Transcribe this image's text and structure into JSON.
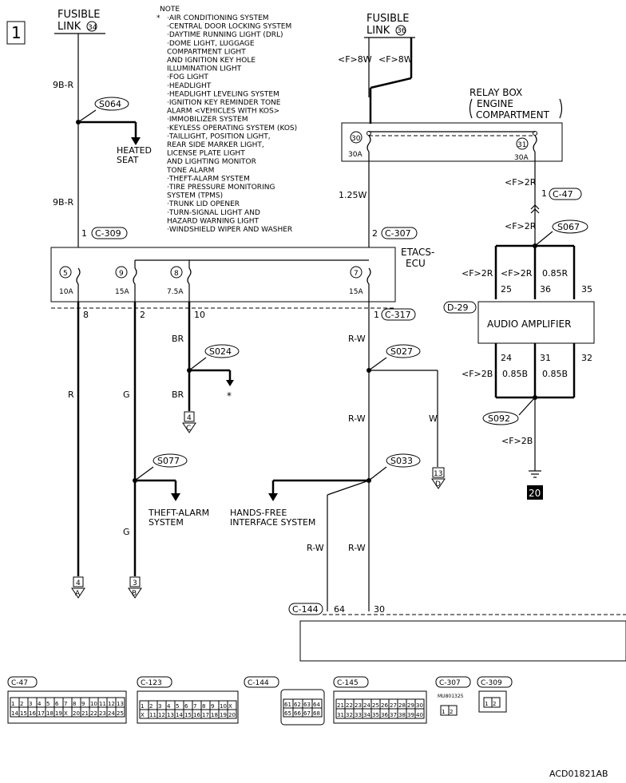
{
  "page": {
    "number": "1",
    "drawing_id": "ACD01821AB"
  },
  "fusible_left": {
    "line1": "FUSIBLE",
    "line2": "LINK",
    "num": "34"
  },
  "fusible_right": {
    "line1": "FUSIBLE",
    "line2": "LINK",
    "num": "36"
  },
  "note": {
    "title": "NOTE",
    "star": "*",
    "lines": [
      "·AIR CONDITIONING SYSTEM",
      "·CENTRAL DOOR LOCKING SYSTEM",
      "·DAYTIME RUNNING LIGHT (DRL)",
      "·DOME LIGHT, LUGGAGE",
      "COMPARTMENT LIGHT",
      "AND IGNITION KEY HOLE",
      "ILLUMINATION LIGHT",
      "·FOG LIGHT",
      "·HEADLIGHT",
      "·HEADLIGHT LEVELING SYSTEM",
      "·IGNITION KEY REMINDER TONE",
      "ALARM <VEHICLES WITH KOS>",
      "·IMMOBILIZER SYSTEM",
      "·KEYLESS OPERATING SYSTEM (KOS)",
      "·TAILLIGHT, POSITION LIGHT,",
      "REAR SIDE MARKER LIGHT,",
      "LICENSE PLATE LIGHT",
      "AND LIGHTING MONITOR",
      "TONE ALARM",
      "·THEFT-ALARM SYSTEM",
      "·TIRE PRESSURE MONITORING",
      "SYSTEM (TPMS)",
      "·TRUNK LID OPENER",
      "·TURN-SIGNAL LIGHT AND",
      "HAZARD WARNING LIGHT",
      "·WINDSHIELD WIPER AND WASHER"
    ]
  },
  "relay_box": {
    "line1": "RELAY BOX",
    "line2": "ENGINE",
    "line3": "COMPARTMENT",
    "fuse30": "30",
    "fuse30_amp": "30A",
    "fuse31": "31",
    "fuse31_amp": "30A"
  },
  "etacs": {
    "label1": "ETACS-",
    "label2": "ECU",
    "fuses": [
      {
        "num": "5",
        "amp": "10A"
      },
      {
        "num": "9",
        "amp": "15A"
      },
      {
        "num": "8",
        "amp": "7.5A"
      },
      {
        "num": "7",
        "amp": "15A"
      }
    ],
    "pins_out": [
      "8",
      "2",
      "10",
      "1"
    ]
  },
  "connectors": {
    "c309_pin": "1",
    "c309": "C-309",
    "c307_pin": "2",
    "c307": "C-307",
    "c317": "C-317",
    "c47_pin": "1",
    "c47": "C-47",
    "d29": "D-29",
    "c144": "C-144",
    "c144_pin": "64",
    "c144_pin2": "30"
  },
  "wires": {
    "w_9br_top": "9B-R",
    "w_9br_mid": "9B-R",
    "w_f8w_a": "<F>8W",
    "w_f8w_b": "<F>8W",
    "w_125w": "1.25W",
    "w_f2r_a": "<F>2R",
    "w_f2r_b": "<F>2R",
    "w_f2r_25": "<F>2R",
    "w_f2r_36": "<F>2R",
    "w_085r": "0.85R",
    "w_r": "R",
    "w_g": "G",
    "w_g2": "G",
    "w_br1": "BR",
    "w_br2": "BR",
    "w_rw1": "R-W",
    "w_rw2": "R-W",
    "w_rw3": "R-W",
    "w_rw4": "R-W",
    "w_w": "W",
    "w_f2b": "<F>2B",
    "w_085b1": "0.85B",
    "w_085b2": "0.85B",
    "w_f2b2": "<F>2B"
  },
  "splices": {
    "s064": "S064",
    "s024": "S024",
    "s027": "S027",
    "s077": "S077",
    "s033": "S033",
    "s067": "S067",
    "s092": "S092"
  },
  "amp": {
    "label": "AUDIO AMPLIFIER",
    "pins_in": [
      "25",
      "36",
      "35"
    ],
    "pins_out": [
      "24",
      "31",
      "32"
    ]
  },
  "destinations": {
    "heated_seat1": "HEATED",
    "heated_seat2": "SEAT",
    "star": "*",
    "theft1": "THEFT-ALARM",
    "theft2": "SYSTEM",
    "hands1": "HANDS-FREE",
    "hands2": "INTERFACE SYSTEM",
    "ground": "20"
  },
  "refs": {
    "r4c_num": "4",
    "r4c_let": "C",
    "r13d_num": "13",
    "r13d_let": "D",
    "r4a_num": "4",
    "r4a_let": "A",
    "r3b_num": "3",
    "r3b_let": "B"
  },
  "legend": {
    "c47": {
      "label": "C-47",
      "row1": [
        "1",
        "2",
        "3",
        "4",
        "5",
        "6",
        "7",
        "8",
        "9",
        "10",
        "11",
        "12",
        "13"
      ],
      "row2": [
        "14",
        "15",
        "16",
        "17",
        "18",
        "19",
        "X",
        "20",
        "21",
        "22",
        "23",
        "24",
        "25"
      ]
    },
    "c123": {
      "label": "C-123",
      "row1": [
        "1",
        "2",
        "3",
        "4",
        "5",
        "6",
        "7",
        "8",
        "9",
        "10",
        "X"
      ],
      "row2": [
        "X",
        "11",
        "12",
        "13",
        "14",
        "15",
        "16",
        "17",
        "18",
        "19",
        "20"
      ]
    },
    "c144": {
      "label": "C-144",
      "row1": [
        "61",
        "62",
        "63",
        "64"
      ],
      "row2": [
        "65",
        "66",
        "67",
        "68"
      ]
    },
    "c145": {
      "label": "C-145",
      "row1": [
        "21",
        "22",
        "23",
        "24",
        "25",
        "26",
        "27",
        "28",
        "29",
        "30"
      ],
      "row2": [
        "31",
        "32",
        "33",
        "34",
        "35",
        "36",
        "37",
        "38",
        "39",
        "40"
      ]
    },
    "c307": {
      "label": "C-307",
      "part": "MU801325",
      "pins": [
        "1",
        "2"
      ]
    },
    "c309": {
      "label": "C-309",
      "pins": [
        "1",
        "2"
      ]
    }
  }
}
